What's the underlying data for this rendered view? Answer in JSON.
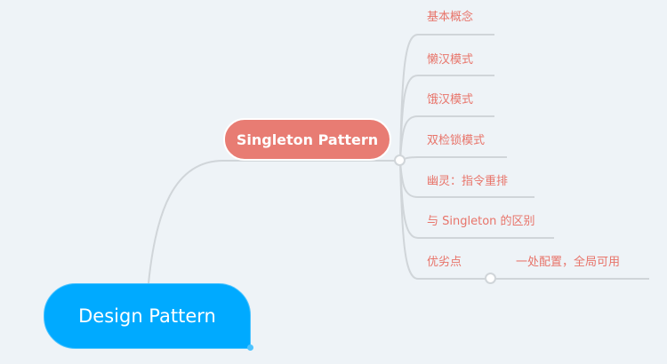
{
  "root": {
    "label": "Design Pattern"
  },
  "main_topic": {
    "label": "Singleton Pattern"
  },
  "subtopics": [
    {
      "label": "基本概念"
    },
    {
      "label": "懒汉模式"
    },
    {
      "label": "饿汉模式"
    },
    {
      "label": "双检锁模式"
    },
    {
      "label": "幽灵：指令重排"
    },
    {
      "label": "与 Singleton 的区别"
    },
    {
      "label": "优劣点",
      "children": [
        {
          "label": "一处配置，全局可用"
        }
      ]
    }
  ],
  "colors": {
    "root": "#00aaff",
    "main": "#e87c73",
    "text": "#e8746a",
    "line": "#d0d5d9",
    "background": "#eef3f7"
  }
}
